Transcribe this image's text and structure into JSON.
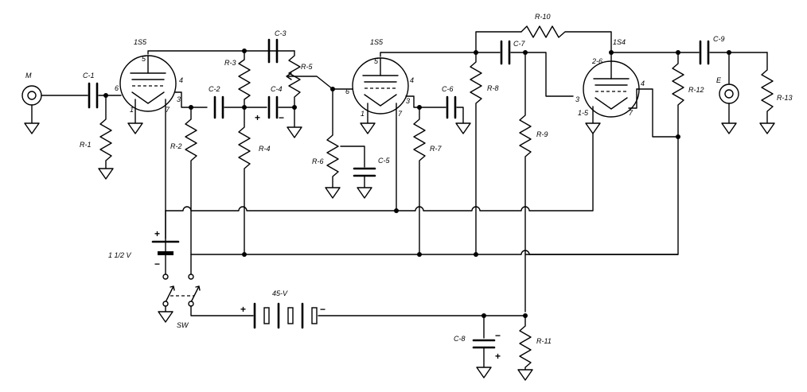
{
  "tubes": {
    "v1": "1S5",
    "v2": "1S5",
    "v3": "1S4"
  },
  "capacitors": {
    "c1": "C-1",
    "c2": "C-2",
    "c3": "C-3",
    "c4": "C-4",
    "c5": "C-5",
    "c6": "C-6",
    "c7": "C-7",
    "c8": "C-8",
    "c9": "C-9"
  },
  "resistors": {
    "r1": "R-1",
    "r2": "R-2",
    "r3": "R-3",
    "r4": "R-4",
    "r5": "R-5",
    "r6": "R-6",
    "r7": "R-7",
    "r8": "R-8",
    "r9": "R-9",
    "r10": "R-10",
    "r11": "R-11",
    "r12": "R-12",
    "r13": "R-13"
  },
  "jacks": {
    "input": "M",
    "output": "E"
  },
  "batteries": {
    "filament": "1 1/2 V",
    "plate": "45-V"
  },
  "switch": "SW",
  "pins": {
    "v1": {
      "p6": "6",
      "p5": "5",
      "p4": "4",
      "p3": "3",
      "p1": "1",
      "p7": "7"
    },
    "v2": {
      "p6": "6",
      "p5": "5",
      "p4": "4",
      "p3": "3",
      "p1": "1",
      "p7": "7"
    },
    "v3": {
      "p3": "3",
      "p26": "2-6",
      "p4": "4",
      "p15": "1-5",
      "p7": "7"
    }
  },
  "polarity": {
    "plus": "+",
    "minus": "−"
  }
}
